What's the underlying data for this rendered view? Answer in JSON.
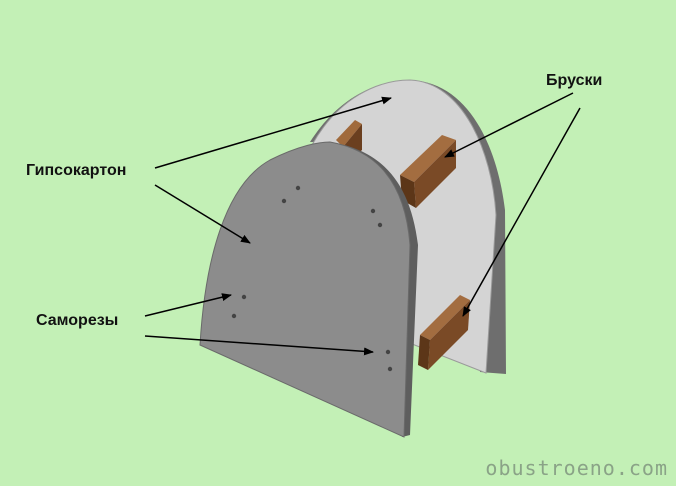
{
  "labels": {
    "gypsum": "Гипсокартон",
    "screws": "Саморезы",
    "bars": "Бруски"
  },
  "watermark": "obustroeno.com",
  "colors": {
    "background": "#c3f0b6",
    "back_panel": "#d4d4d4",
    "front_panel": "#8c8c8c",
    "panel_edge": "#5e5e5e",
    "wood_bar": "#7a4a26",
    "arrow": "#000000",
    "screw": "#444444"
  }
}
